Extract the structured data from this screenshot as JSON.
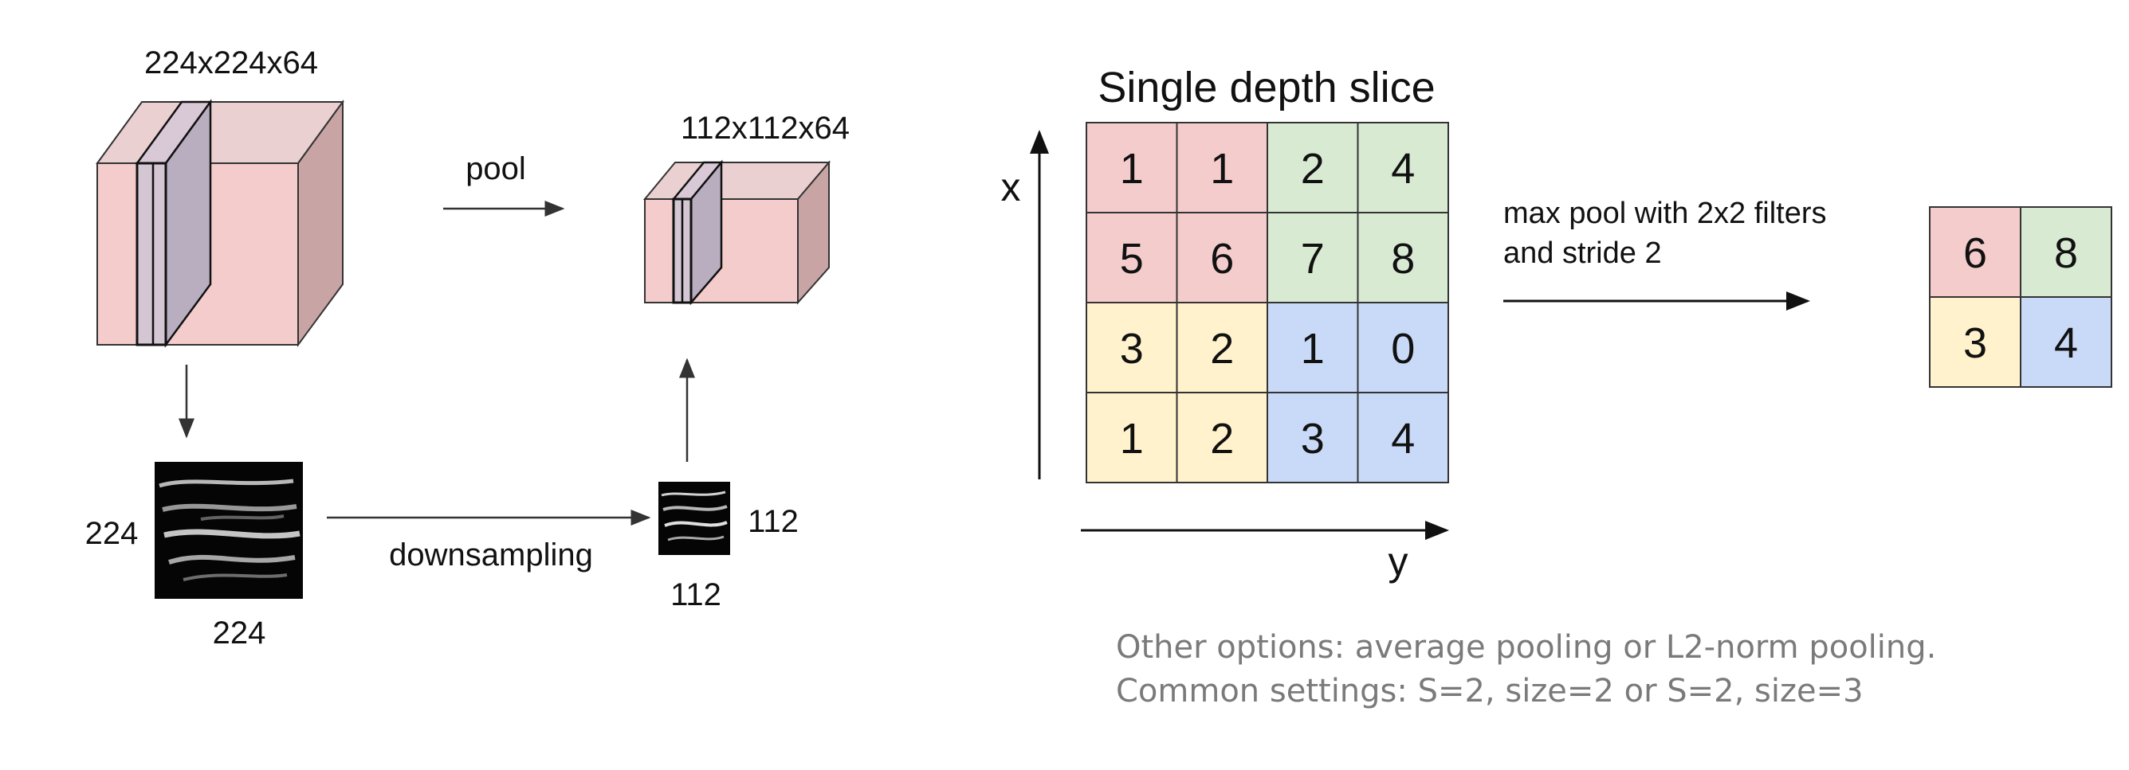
{
  "left_panel": {
    "input_volume_label": "224x224x64",
    "pool_label": "pool",
    "output_volume_label": "112x112x64",
    "input_slice_height_label": "224",
    "input_slice_width_label": "224",
    "downsampling_label": "downsampling",
    "output_slice_height_label": "112",
    "output_slice_width_label": "112"
  },
  "right_panel": {
    "grid_title": "Single depth slice",
    "x_axis_label": "x",
    "y_axis_label": "y",
    "input_grid": [
      [
        "1",
        "1",
        "2",
        "4"
      ],
      [
        "5",
        "6",
        "7",
        "8"
      ],
      [
        "3",
        "2",
        "1",
        "0"
      ],
      [
        "1",
        "2",
        "3",
        "4"
      ]
    ],
    "operation_label_line1": "max pool with 2x2 filters",
    "operation_label_line2": "and stride 2",
    "output_grid": [
      [
        "6",
        "8"
      ],
      [
        "3",
        "4"
      ]
    ],
    "quadrant_colors": {
      "top_left": "#f4cccc",
      "top_right": "#d9ead3",
      "bottom_left": "#fff2cc",
      "bottom_right": "#c9daf8"
    }
  },
  "notes": {
    "line1": "Other options: average pooling or L2-norm pooling.",
    "line2": "Common settings: S=2, size=2 or S=2, size=3"
  }
}
